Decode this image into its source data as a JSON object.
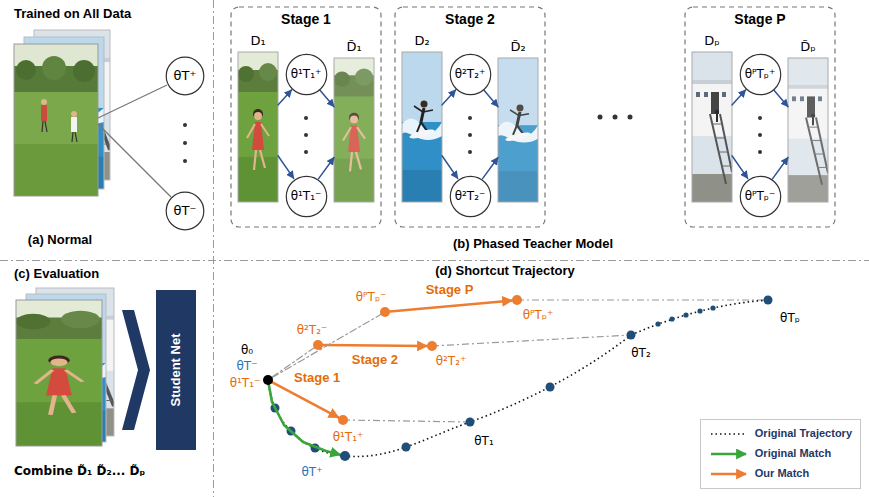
{
  "diagram": {
    "nodes": [
      {
        "text": [
          "θT⁺"
        ]
      },
      {
        "text": [
          "θT⁻"
        ]
      },
      {
        "text": [
          "Stage 1"
        ]
      },
      {
        "text": [
          "D₁"
        ],
        "in": 2
      },
      {
        "text": [
          "θ¹T₁⁺"
        ],
        "in": 2
      },
      {
        "text": [
          "θ¹T₁⁻"
        ],
        "in": 2
      },
      {
        "text": [
          "D̃₁"
        ],
        "in": 2
      },
      {
        "text": [
          "Stage 2"
        ]
      },
      {
        "text": [
          "D₂"
        ],
        "in": 7
      },
      {
        "text": [
          "θ²T₂⁺"
        ],
        "in": 7
      },
      {
        "text": [
          "θ²T₂⁻"
        ],
        "in": 7
      },
      {
        "text": [
          "D̃₂"
        ],
        "in": 7
      },
      {
        "text": [
          "Stage P"
        ]
      },
      {
        "text": [
          "Dₚ"
        ],
        "in": 12
      },
      {
        "text": [
          "θᴾTₚ⁺"
        ],
        "in": 12
      },
      {
        "text": [
          "θᴾTₚ⁻"
        ],
        "in": 12
      },
      {
        "text": [
          "D̃ₚ"
        ],
        "in": 12
      },
      {
        "text": [
          "Student Net"
        ]
      },
      {
        "text": [
          "θ₀",
          "θT⁻",
          "θ¹T₁⁻"
        ]
      },
      {
        "text": [
          "θ¹T₁⁺"
        ]
      },
      {
        "text": [
          "θ²T₂⁻"
        ]
      },
      {
        "text": [
          "θ²T₂⁺"
        ]
      },
      {
        "text": [
          "θᴾTₚ⁻"
        ]
      },
      {
        "text": [
          "θᴾTₚ⁺"
        ]
      },
      {
        "text": [
          "θT⁺"
        ]
      }
    ],
    "edges": [
      {
        "from": 3,
        "to": 4,
        "arrow": "to"
      },
      {
        "from": 3,
        "to": 5,
        "arrow": "to"
      },
      {
        "from": 4,
        "to": 6,
        "arrow": "to"
      },
      {
        "from": 5,
        "to": 6,
        "arrow": "to"
      },
      {
        "from": 8,
        "to": 9,
        "arrow": "to"
      },
      {
        "from": 8,
        "to": 10,
        "arrow": "to"
      },
      {
        "from": 9,
        "to": 11,
        "arrow": "to"
      },
      {
        "from": 10,
        "to": 11,
        "arrow": "to"
      },
      {
        "from": 13,
        "to": 14,
        "arrow": "to"
      },
      {
        "from": 13,
        "to": 15,
        "arrow": "to"
      },
      {
        "from": 14,
        "to": 16,
        "arrow": "to"
      },
      {
        "from": 15,
        "to": 16,
        "arrow": "to"
      },
      {
        "from": 18,
        "to": 19,
        "label": "Stage 1",
        "arrow": "to"
      },
      {
        "from": 20,
        "to": 21,
        "label": "Stage 2",
        "arrow": "to"
      },
      {
        "from": 22,
        "to": 23,
        "label": "Stage P",
        "arrow": "to"
      },
      {
        "from": 18,
        "to": 20,
        "arrow": "none"
      },
      {
        "from": 18,
        "to": 22,
        "arrow": "none"
      },
      {
        "from": 18,
        "to": 24,
        "arrow": "to"
      }
    ],
    "labels": [
      "Trained on All Data",
      "(a) Normal",
      "(b) Phased Teacher Model",
      "(c) Evaluation",
      "Combine D̃₁ D̃₂... D̃ₚ",
      "(d) Shortcut Trajectory",
      "θT₁",
      "θT₂",
      "θTₚ"
    ],
    "legend": [
      {
        "text": "Original Trajectory"
      },
      {
        "text": "Original Match"
      },
      {
        "text": "Our Match"
      }
    ]
  }
}
